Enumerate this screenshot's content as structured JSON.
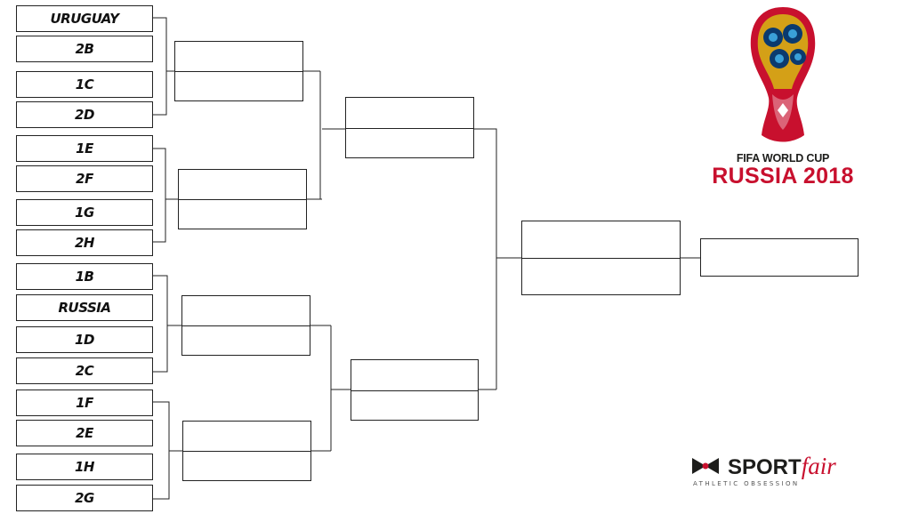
{
  "round_of_16": [
    {
      "match": [
        {
          "team": "URUGUAY"
        },
        {
          "team": "2B"
        }
      ]
    },
    {
      "match": [
        {
          "team": "1C"
        },
        {
          "team": "2D"
        }
      ]
    },
    {
      "match": [
        {
          "team": "1E"
        },
        {
          "team": "2F"
        }
      ]
    },
    {
      "match": [
        {
          "team": "1G"
        },
        {
          "team": "2H"
        }
      ]
    },
    {
      "match": [
        {
          "team": "1B"
        },
        {
          "team": "RUSSIA"
        }
      ]
    },
    {
      "match": [
        {
          "team": "1D"
        },
        {
          "team": "2C"
        }
      ]
    },
    {
      "match": [
        {
          "team": "1F"
        },
        {
          "team": "2E"
        }
      ]
    },
    {
      "match": [
        {
          "team": "1H"
        },
        {
          "team": "2G"
        }
      ]
    }
  ],
  "quarter_finals": 4,
  "semi_finals": 2,
  "final": 1,
  "winner": 1,
  "logos": {
    "world_cup": {
      "line1": "FIFA WORLD CUP",
      "line2": "RUSSIA 2018"
    },
    "sponsor": {
      "brand_a": "SPORT",
      "brand_b": "fair",
      "tagline": "ATHLETIC OBSESSION"
    }
  },
  "colors": {
    "line": "#222222",
    "brand_red": "#c8102e",
    "text": "#111111"
  }
}
